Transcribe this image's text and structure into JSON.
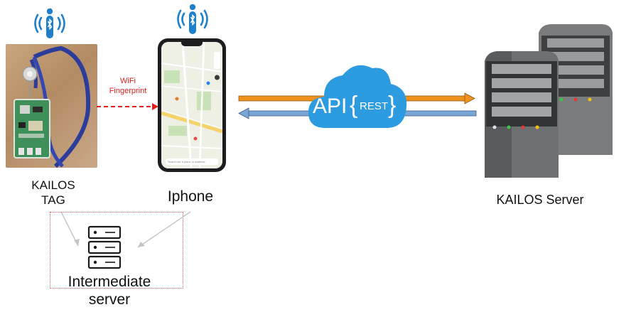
{
  "labels": {
    "kailos_tag": "KAILOS\nTAG",
    "iphone": "Iphone",
    "wifi_fingerprint": "WiFi\nFingerprint",
    "api_text": "API",
    "rest_text": "REST",
    "kailos_server": "KAILOS Server",
    "intermediate_server": "Intermediate\nserver",
    "phone_search_placeholder": "Search for a place or address"
  },
  "icons": {
    "bluetooth_signal": "bluetooth-signal-icon",
    "server_rack": "server-rack-icon",
    "cloud": "cloud-icon"
  },
  "colors": {
    "bluetooth_blue": "#1f7fc9",
    "wifi_arrow_red": "#e02020",
    "orange_arrow": "#f0901e",
    "blue_arrow": "#7aa5d6",
    "cloud_blue": "#2d9be0",
    "server_gray": "#6f7072",
    "dotted_box_red": "#e06060",
    "lanyard_blue": "#2c3c9a",
    "pcb_green": "#3f8f5a"
  }
}
